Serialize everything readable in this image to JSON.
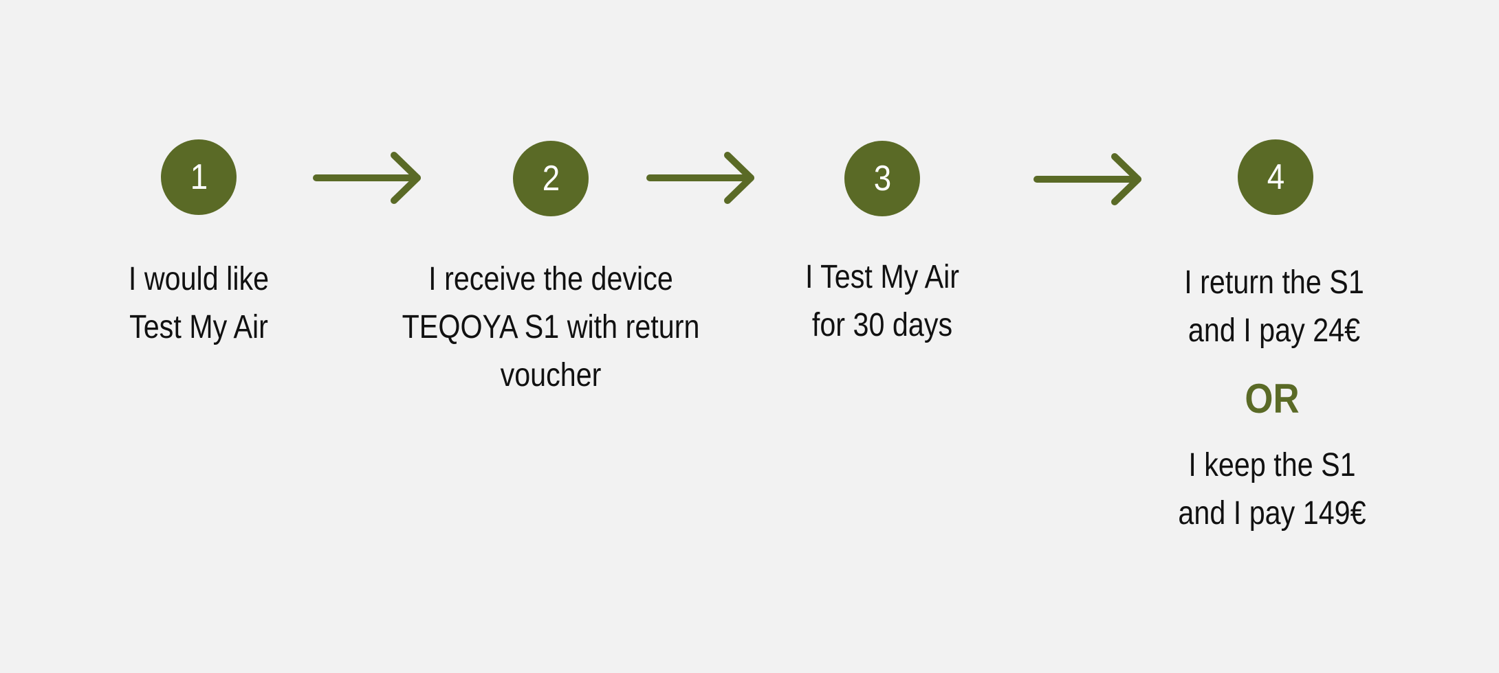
{
  "theme": {
    "background": "#f2f2f2",
    "accent": "#5a6a26",
    "text": "#111111",
    "circle_text": "#ffffff"
  },
  "steps": [
    {
      "number": "1",
      "lines": [
        "I would like",
        "Test My Air"
      ]
    },
    {
      "number": "2",
      "lines": [
        "I receive the device",
        "TEQOYA S1 with return",
        "voucher"
      ]
    },
    {
      "number": "3",
      "lines": [
        "I Test My Air",
        "for 30 days"
      ]
    },
    {
      "number": "4",
      "option_a": [
        "I return the S1",
        "and I pay 24€"
      ],
      "separator": "OR",
      "option_b": [
        "I keep the S1",
        "and I pay 149€"
      ]
    }
  ],
  "connectors": [
    {
      "icon": "arrow-right-icon"
    },
    {
      "icon": "arrow-right-icon"
    },
    {
      "icon": "arrow-right-icon"
    }
  ]
}
